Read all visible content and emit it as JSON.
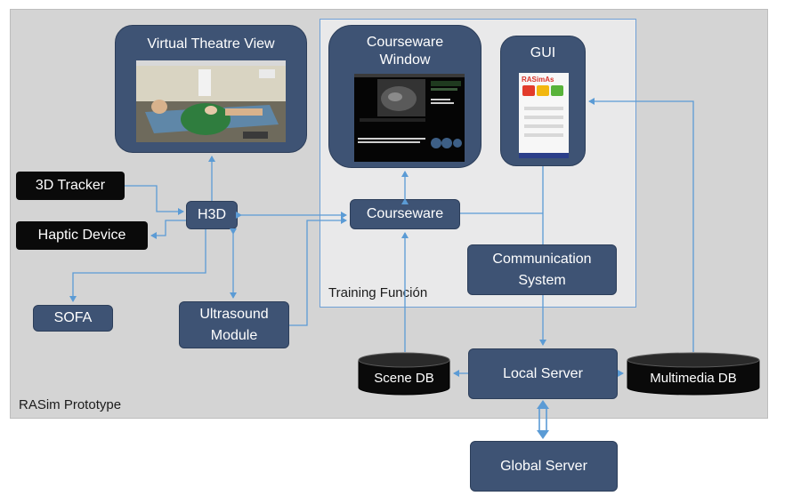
{
  "prototype_label": "RASim Prototype",
  "training_label": "Training Función",
  "nodes": {
    "virtual_theatre": "Virtual Theatre View",
    "courseware_window": "Courseware Window",
    "gui": "GUI",
    "tracker": "3D Tracker",
    "haptic": "Haptic Device",
    "h3d": "H3D",
    "courseware": "Courseware",
    "comm": "Communication System",
    "sofa": "SOFA",
    "ultrasound": "Ultrasound Module",
    "scene_db": "Scene DB",
    "local_server": "Local Server",
    "multimedia_db": "Multimedia DB",
    "global_server": "Global Server"
  },
  "gui_screen": {
    "logo": "RASimAs"
  },
  "colors": {
    "box": "#3e5374",
    "arrow": "#5b9bd5",
    "device": "#0a0a0a",
    "background": "#d4d4d4"
  }
}
